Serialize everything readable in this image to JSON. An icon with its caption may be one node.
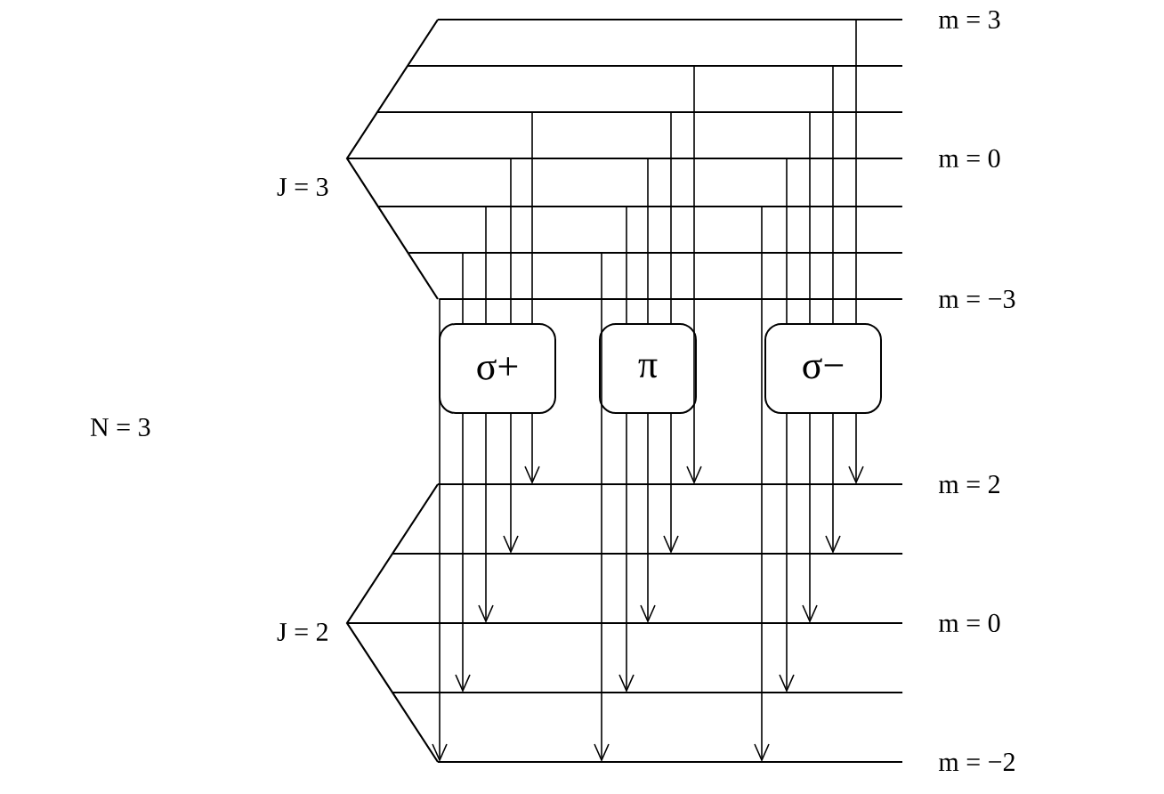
{
  "diagram": {
    "nodes": [
      {
        "text": [],
        "shape": "bar",
        "beside": [
          "m = 3"
        ]
      },
      {
        "text": [],
        "shape": "bar"
      },
      {
        "text": [],
        "shape": "bar"
      },
      {
        "text": [],
        "shape": "bar",
        "beside": [
          "m = 0"
        ]
      },
      {
        "text": [],
        "shape": "bar"
      },
      {
        "text": [],
        "shape": "bar"
      },
      {
        "text": [],
        "shape": "bar",
        "beside": [
          "m = −3"
        ]
      },
      {
        "text": [],
        "shape": "bar",
        "beside": [
          "m = 2"
        ]
      },
      {
        "text": [],
        "shape": "bar"
      },
      {
        "text": [],
        "shape": "bar",
        "beside": [
          "m = 0"
        ]
      },
      {
        "text": [],
        "shape": "bar"
      },
      {
        "text": [],
        "shape": "bar",
        "beside": [
          "m = −2"
        ]
      },
      {
        "text": [
          "σ+"
        ]
      },
      {
        "text": [
          "π"
        ]
      },
      {
        "text": [
          "σ−"
        ]
      }
    ],
    "edges": [
      {
        "from": 6,
        "to": 11,
        "arrow": "to"
      },
      {
        "from": 5,
        "to": 12,
        "arrow": "none"
      },
      {
        "from": 12,
        "to": 10,
        "arrow": "to"
      },
      {
        "from": 4,
        "to": 12,
        "arrow": "none"
      },
      {
        "from": 12,
        "to": 9,
        "arrow": "to"
      },
      {
        "from": 3,
        "to": 12,
        "arrow": "none"
      },
      {
        "from": 12,
        "to": 8,
        "arrow": "to"
      },
      {
        "from": 2,
        "to": 12,
        "arrow": "none"
      },
      {
        "from": 12,
        "to": 7,
        "arrow": "to"
      },
      {
        "from": 5,
        "to": 11,
        "arrow": "to"
      },
      {
        "from": 4,
        "to": 13,
        "arrow": "none"
      },
      {
        "from": 13,
        "to": 10,
        "arrow": "to"
      },
      {
        "from": 3,
        "to": 13,
        "arrow": "none"
      },
      {
        "from": 13,
        "to": 9,
        "arrow": "to"
      },
      {
        "from": 2,
        "to": 13,
        "arrow": "none"
      },
      {
        "from": 13,
        "to": 8,
        "arrow": "to"
      },
      {
        "from": 1,
        "to": 7,
        "arrow": "to"
      },
      {
        "from": 4,
        "to": 11,
        "arrow": "to"
      },
      {
        "from": 3,
        "to": 14,
        "arrow": "none"
      },
      {
        "from": 14,
        "to": 10,
        "arrow": "to"
      },
      {
        "from": 2,
        "to": 14,
        "arrow": "none"
      },
      {
        "from": 14,
        "to": 9,
        "arrow": "to"
      },
      {
        "from": 1,
        "to": 14,
        "arrow": "none"
      },
      {
        "from": 14,
        "to": 8,
        "arrow": "to"
      },
      {
        "from": 0,
        "to": 14,
        "arrow": "none"
      },
      {
        "from": 14,
        "to": 7,
        "arrow": "to"
      }
    ],
    "labels": [
      "J = 3",
      "N = 3",
      "J = 2"
    ]
  }
}
